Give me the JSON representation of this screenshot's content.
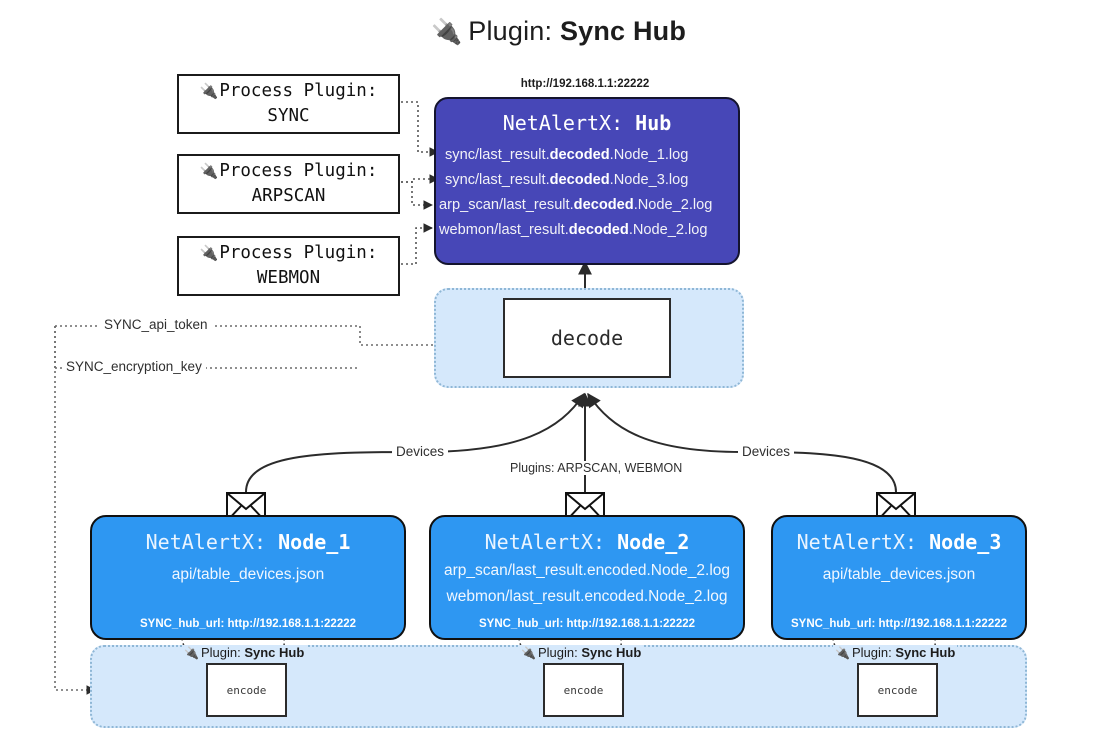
{
  "title": {
    "icon": "plug-icon",
    "prefix": "Plugin:",
    "name": "Sync Hub"
  },
  "process_plugins": [
    {
      "icon": "plug-icon",
      "line1": "Process Plugin:",
      "line2": "SYNC"
    },
    {
      "icon": "plug-icon",
      "line1": "Process Plugin:",
      "line2": "ARPSCAN"
    },
    {
      "icon": "plug-icon",
      "line1": "Process Plugin:",
      "line2": "WEBMON"
    }
  ],
  "hub": {
    "url": "http://192.168.1.1:22222",
    "title_prefix": "NetAlertX:",
    "title_name": "Hub",
    "color": "#4747b7",
    "loglines": [
      {
        "pre": "sync/last_result.",
        "em": "decoded",
        "post": ".Node_1.log"
      },
      {
        "pre": "sync/last_result.",
        "em": "decoded",
        "post": ".Node_3.log"
      },
      {
        "pre": "arp_scan/last_result.",
        "em": "decoded",
        "post": ".Node_2.log"
      },
      {
        "pre": "webmon/last_result.",
        "em": "decoded",
        "post": ".Node_2.log"
      }
    ]
  },
  "decode": {
    "label": "decode",
    "pane_color": "#d5e8fb"
  },
  "secrets": [
    {
      "label": "SYNC_api_token"
    },
    {
      "label": "SYNC_encryption_key"
    }
  ],
  "edge_labels": {
    "devices_left": "Devices",
    "devices_right": "Devices",
    "plugins_center": "Plugins: ARPSCAN, WEBMON"
  },
  "nodes": [
    {
      "icon": "envelope-icon",
      "title_prefix": "NetAlertX:",
      "title_name": "Node_1",
      "lines": [
        "api/table_devices.json"
      ],
      "footer": "SYNC_hub_url: http://192.168.1.1:22222",
      "color": "#2e97f2"
    },
    {
      "icon": "envelope-icon",
      "title_prefix": "NetAlertX:",
      "title_name": "Node_2",
      "lines": [
        "arp_scan/last_result.encoded.Node_2.log",
        "webmon/last_result.encoded.Node_2.log"
      ],
      "footer": "SYNC_hub_url: http://192.168.1.1:22222",
      "color": "#2e97f2"
    },
    {
      "icon": "envelope-icon",
      "title_prefix": "NetAlertX:",
      "title_name": "Node_3",
      "lines": [
        "api/table_devices.json"
      ],
      "footer": "SYNC_hub_url: http://192.168.1.1:22222",
      "color": "#2e97f2"
    }
  ],
  "encoders": [
    {
      "tag_icon": "plug-icon",
      "tag_prefix": "Plugin:",
      "tag_name": "Sync Hub",
      "label": "encode"
    },
    {
      "tag_icon": "plug-icon",
      "tag_prefix": "Plugin:",
      "tag_name": "Sync Hub",
      "label": "encode"
    },
    {
      "tag_icon": "plug-icon",
      "tag_prefix": "Plugin:",
      "tag_name": "Sync Hub",
      "label": "encode"
    }
  ]
}
